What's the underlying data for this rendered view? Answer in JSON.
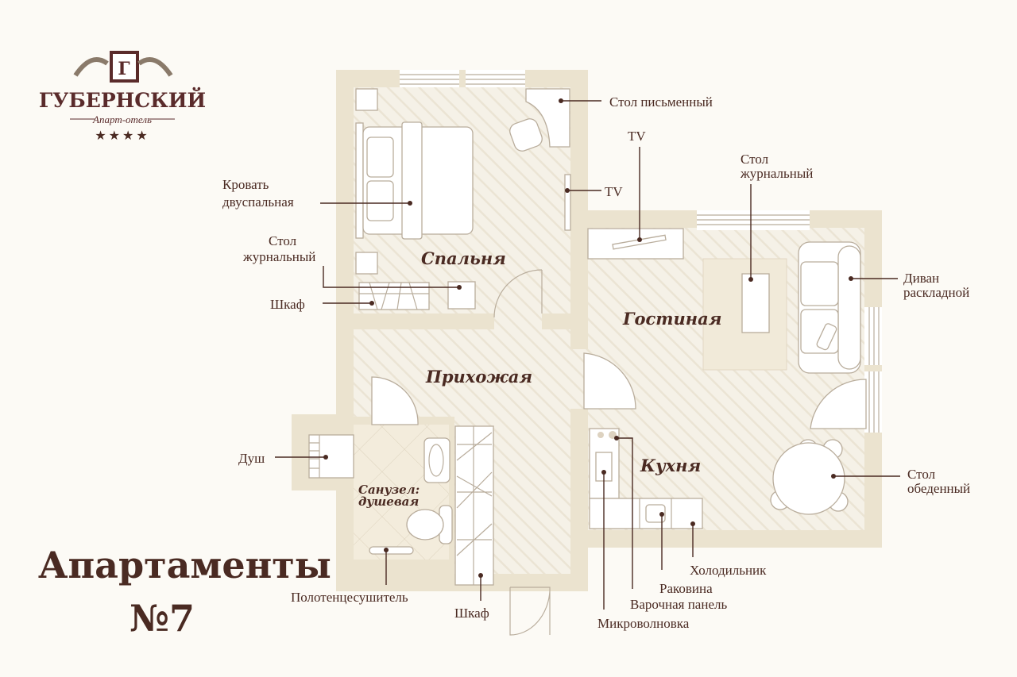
{
  "logo": {
    "brand": "ГУБЕРНСКИЙ",
    "subtitle": "Апарт-отель",
    "stars": "★★★★"
  },
  "title": {
    "line1": "Апартаменты",
    "line2": "№7"
  },
  "colors": {
    "text": "#4a2a22",
    "wall": "#ebe3cf",
    "floor": "#f4efe4",
    "background": "#fcfaf5"
  },
  "rooms": {
    "bedroom": "Спальня",
    "living": "Гостиная",
    "hall": "Прихожая",
    "kitchen": "Кухня",
    "bath_line1": "Санузел:",
    "bath_line2": "душевая"
  },
  "labels": {
    "desk": "Стол письменный",
    "tv_bedroom": "TV",
    "tv_living": "TV",
    "coffee_living_1": "Стол",
    "coffee_living_2": "журнальный",
    "bed_1": "Кровать",
    "bed_2": "двуспальная",
    "coffee_bedroom_1": "Стол",
    "coffee_bedroom_2": "журнальный",
    "wardrobe_bedroom": "Шкаф",
    "sofa_1": "Диван",
    "sofa_2": "раскладной",
    "dining_1": "Стол",
    "dining_2": "обеденный",
    "shower": "Душ",
    "towel_dryer": "Полотенцесушитель",
    "wardrobe_hall": "Шкаф",
    "fridge": "Холодильник",
    "sink": "Раковина",
    "hob": "Варочная панель",
    "microwave": "Микроволновка"
  }
}
